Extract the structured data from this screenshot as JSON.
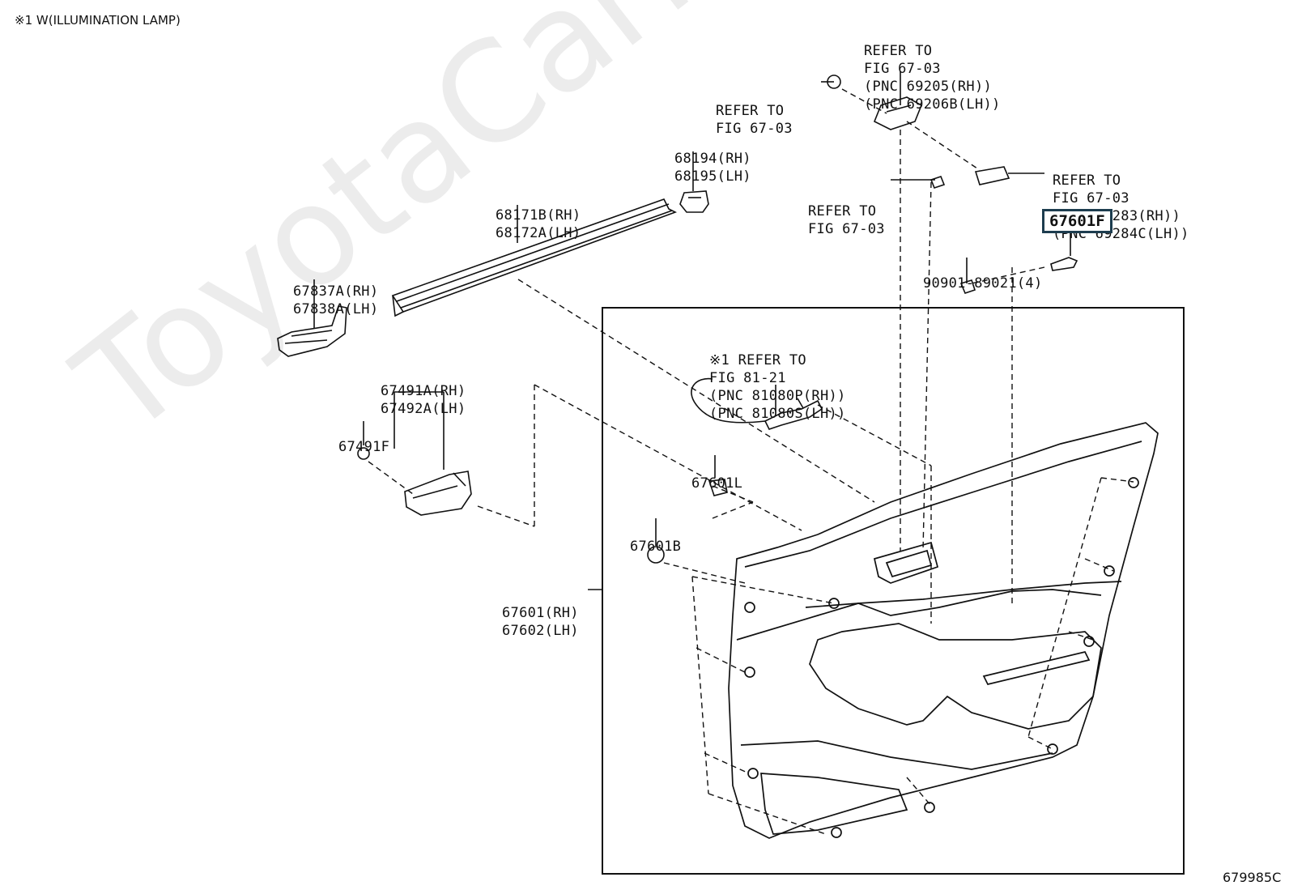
{
  "header_note": "※1 W(ILLUMINATION LAMP)",
  "diagram_code": "679985C",
  "watermark": "ToyotaCarMine.ru",
  "highlighted_part": "67601F",
  "labels": {
    "refer_top": [
      "REFER TO",
      "FIG 67-03",
      "(PNC 69205(RH))",
      "(PNC 69206B(LH))"
    ],
    "refer_clip": [
      "REFER TO",
      "FIG 67-03"
    ],
    "refer_bolt": [
      "REFER TO",
      "FIG 67-03"
    ],
    "refer_right": [
      "REFER TO",
      "FIG 67-03",
      "(PNC 69283(RH))",
      "(PNC 69284C(LH))"
    ],
    "screw": [
      "90901-89021(4)"
    ],
    "p68194": [
      "68194(RH)",
      "68195(LH)"
    ],
    "p68171": [
      "68171B(RH)",
      "68172A(LH)"
    ],
    "p67837": [
      "67837A(RH)",
      "67838A(LH)"
    ],
    "p67491a": [
      "67491A(RH)",
      "67492A(LH)"
    ],
    "p67491f": [
      "67491F"
    ],
    "refer_lamp": [
      "※1 REFER TO",
      "FIG 81-21",
      "(PNC 81080P(RH))",
      "(PNC 81080S(LH))"
    ],
    "p67601l": [
      "67601L"
    ],
    "p67601b": [
      "67601B"
    ],
    "p67601": [
      "67601(RH)",
      "67602(LH)"
    ]
  },
  "colors": {
    "line": "#111111",
    "highlight_border": "#1d3d4f",
    "watermark": "#000000"
  }
}
